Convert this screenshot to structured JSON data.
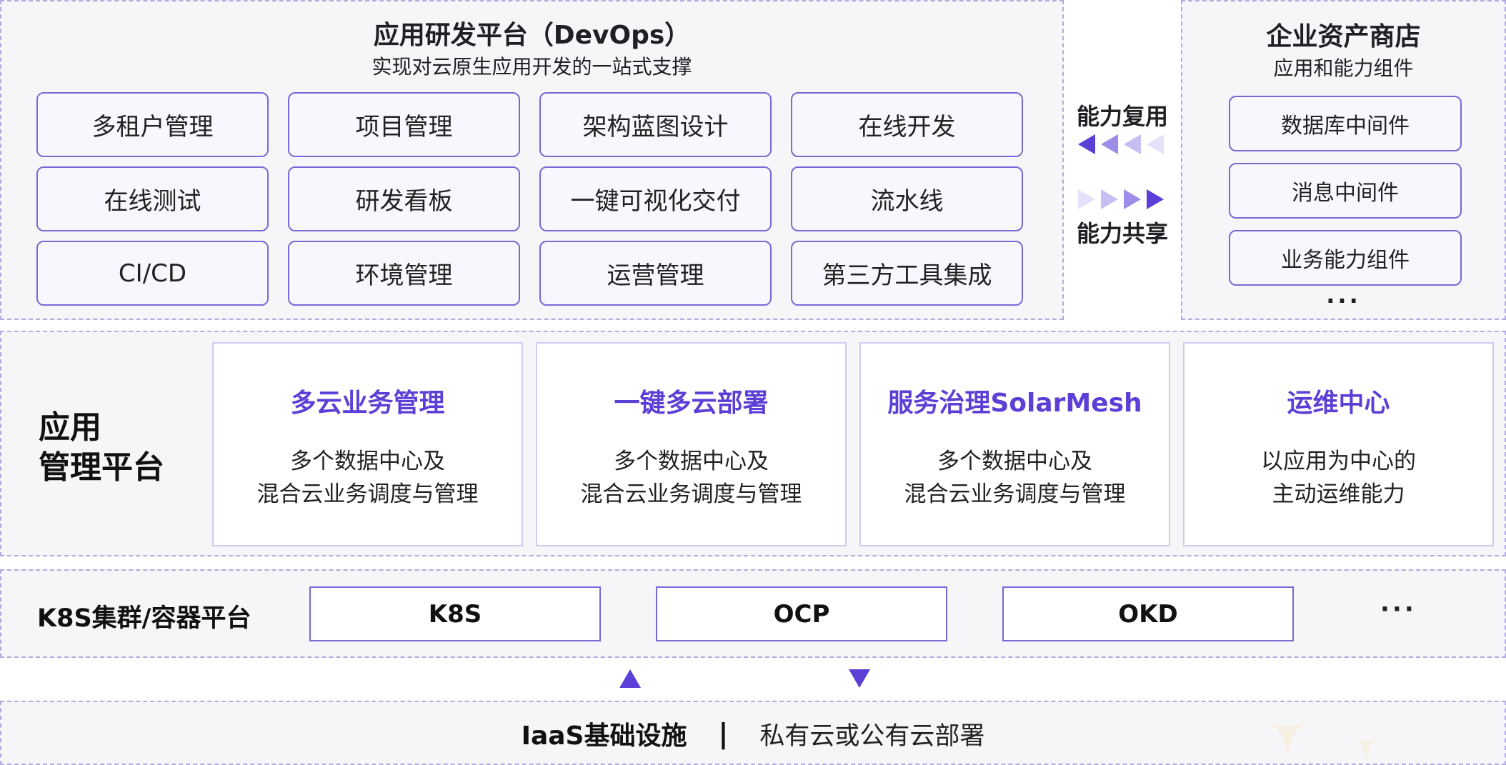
{
  "devops": {
    "title": "应用研发平台（DevOps）",
    "subtitle": "实现对云原生应用开发的一站式支撑",
    "items": [
      "多租户管理",
      "项目管理",
      "架构蓝图设计",
      "在线开发",
      "在线测试",
      "研发看板",
      "一键可视化交付",
      "流水线",
      "CI/CD",
      "环境管理",
      "运营管理",
      "第三方工具集成"
    ]
  },
  "exchange": {
    "reuse_label": "能力复用",
    "share_label": "能力共享",
    "arrow_color": "#5b3fd6"
  },
  "store": {
    "title": "企业资产商店",
    "subtitle": "应用和能力组件",
    "items": [
      "数据库中间件",
      "消息中间件",
      "业务能力组件"
    ],
    "more": "···"
  },
  "app_mgmt": {
    "label_line1": "应用",
    "label_line2": "管理平台",
    "cards": [
      {
        "title": "多云业务管理",
        "desc_line1": "多个数据中心及",
        "desc_line2": "混合云业务调度与管理"
      },
      {
        "title": "一键多云部署",
        "desc_line1": "多个数据中心及",
        "desc_line2": "混合云业务调度与管理"
      },
      {
        "title": "服务治理SolarMesh",
        "desc_line1": "多个数据中心及",
        "desc_line2": "混合云业务调度与管理"
      },
      {
        "title": "运维中心",
        "desc_line1": "以应用为中心的",
        "desc_line2": "主动运维能力"
      }
    ]
  },
  "k8s": {
    "label": "K8S集群/容器平台",
    "items": [
      "K8S",
      "OCP",
      "OKD"
    ],
    "more": "···"
  },
  "iaas": {
    "title": "IaaS基础设施",
    "separator": "|",
    "desc": "私有云或公有云部署"
  },
  "colors": {
    "accent": "#5b3fd6",
    "border": "#7b68d6",
    "panel_bg": "#f6f6f9"
  }
}
